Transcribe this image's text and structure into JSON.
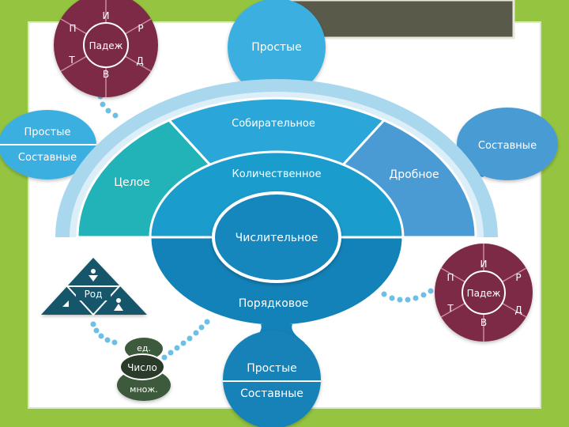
{
  "colors": {
    "background": "#8dbf3a",
    "slide": "#ffffff",
    "ring": "#a9d8ee",
    "collective": "#2aa7d8",
    "whole": "#22b3b8",
    "fractional": "#4a9bd4",
    "quantitative": "#1a9ccc",
    "ordinal": "#1382b8",
    "center": "#1887bd",
    "bubble": "#3bb0e0",
    "case_wheel": "#7b2a45",
    "gender": "#17566b",
    "number": "#3d5a3c"
  },
  "top_bubble": {
    "label": "Простые"
  },
  "left_bubble": {
    "top": "Простые",
    "bottom": "Составные"
  },
  "right_bubble": {
    "label": "Составные"
  },
  "bottom_bubble": {
    "top": "Простые",
    "bottom": "Составные"
  },
  "segments": {
    "collective": "Собирательное",
    "whole": "Целое",
    "quantitative": "Количественное",
    "fractional": "Дробное",
    "center": "Числительное",
    "ordinal": "Порядковое"
  },
  "case_wheel_left": {
    "center": "Падеж",
    "letters": [
      "И",
      "Р",
      "Д",
      "В",
      "Т",
      "П"
    ]
  },
  "case_wheel_right": {
    "center": "Падеж",
    "letters": [
      "И",
      "Р",
      "Д",
      "В",
      "Т",
      "П"
    ]
  },
  "gender": {
    "label": "Род"
  },
  "number": {
    "top": "ед.",
    "middle": "Число",
    "bottom": "множ."
  }
}
